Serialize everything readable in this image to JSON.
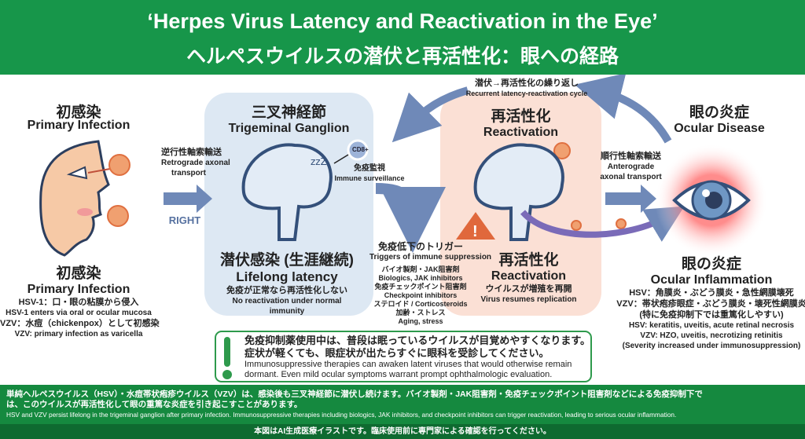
{
  "header": {
    "title_en": "‘Herpes Virus Latency and Reactivation in the Eye’",
    "title_jp": "ヘルペスウイルスの潜伏と再活性化：眼への経路"
  },
  "primary": {
    "title_jp": "初感染",
    "title_en": "Primary Infection",
    "bottom_title_jp": "初感染",
    "bottom_title_en": "Primary Infection",
    "lines": [
      "HSV-1：口・眼の粘膜から侵入",
      "HSV-1 enters via oral or ocular mucosa",
      "VZV：水痘（chickenpox）として初感染",
      "VZV: primary infection as varicella"
    ]
  },
  "retrograde": {
    "jp": "逆行性軸索輸送",
    "en1": "Retrograde axonal",
    "en2": "transport",
    "direction": "RIGHT"
  },
  "ganglion": {
    "title_jp": "三叉神経節",
    "title_en": "Trigeminal Ganglion",
    "cd8": "CD8+",
    "surv_jp": "免疫監視",
    "surv_en": "Immune surveillance",
    "latency_jp": "潜伏感染 (生涯継続)",
    "latency_en": "Lifelong latency",
    "note_jp": "免疫が正常なら再活性化しない",
    "note_en1": "No reactivation under normal",
    "note_en2": "immunity"
  },
  "triggers": {
    "title_jp": "免疫低下のトリガー",
    "title_en": "Triggers of immune suppression",
    "items": [
      "バイオ製剤・JAK阻害剤",
      "Biologics, JAK inhibitors",
      "免疫チェックポイント阻害剤",
      "Checkpoint inhibitors",
      "ステロイド / Corticosteroids",
      "加齢・ストレス",
      "Aging, stress"
    ]
  },
  "cycle": {
    "jp": "潜伏→再活性化の繰り返し",
    "en": "Recurrent latency-reactivation cycle"
  },
  "reactivation": {
    "title_jp": "再活性化",
    "title_en": "Reactivation",
    "bottom_jp": "再活性化",
    "bottom_en": "Reactivation",
    "note_jp": "ウイルスが増殖を再開",
    "note_en": "Virus resumes replication"
  },
  "anterograde": {
    "jp": "順行性軸索輸送",
    "en1": "Anterograde",
    "en2": "axonal transport"
  },
  "ocular": {
    "title_jp": "眼の炎症",
    "title_en": "Ocular Disease",
    "bottom_jp": "眼の炎症",
    "bottom_en": "Ocular Inflammation",
    "lines": [
      "HSV：角膜炎・ぶどう膜炎・急性網膜壊死",
      "VZV：帯状疱疹眼症・ぶどう膜炎・壊死性網膜炎",
      "(特に免疫抑制下では重篤化しやすい)",
      "HSV: keratitis, uveitis, acute retinal necrosis",
      "VZV: HZO, uveitis, necrotizing retinitis",
      "(Severity increased under immunosuppression)"
    ]
  },
  "warning": {
    "jp1": "免疫抑制薬使用中は、普段は眠っているウイルスが目覚めやすくなります。",
    "jp2": "症状が軽くても、眼症状が出たらすぐに眼科を受診してください。",
    "en1": "Immunosuppressive therapies can awaken latent viruses that would otherwise remain",
    "en2": "dormant. Even mild ocular symptoms warrant prompt ophthalmologic evaluation."
  },
  "footer": {
    "jp1": "単純ヘルペスウイルス（HSV）・水痘帯状疱疹ウイルス（VZV）は、感染後も三叉神経節に潜伏し続けます。バイオ製剤・JAK阻害剤・免疫チェックポイント阻害剤などによる免疫抑制下で",
    "jp2": "は、このウイルスが再活性化して眼の重篤な炎症を引き起こすことがあります。",
    "en": "HSV and VZV persist lifelong in the trigeminal ganglion after primary infection. Immunosuppressive therapies including biologics, JAK inhibitors, and checkpoint inhibitors can trigger reactivation, leading to serious ocular inflammation.",
    "disclaimer": "本図はAI生成医療イラストです。臨床使用前に専門家による確認を行ってください。"
  },
  "colors": {
    "green": "#17964a",
    "blue_panel": "#dde8f3",
    "peach_panel": "#fbe0d5",
    "arrow": "#6f89b8",
    "virus": "#e8885a"
  }
}
